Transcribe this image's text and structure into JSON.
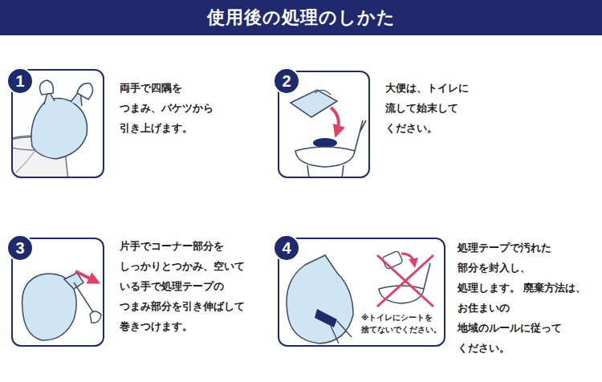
{
  "diagram": {
    "title": "使用後の処理のしかた",
    "nodes": [
      {
        "text": [
          "両手で四隅を つまみ、バケツから 引き上げます。"
        ]
      },
      {
        "text": [
          "1"
        ],
        "in": 0
      },
      {
        "text": [
          "大便は、トイレに 流して始末して ください。"
        ]
      },
      {
        "text": [
          "2"
        ],
        "in": 2
      },
      {
        "text": [
          "片手でコーナー部分を しっかりとつかみ、空いて いる手で処理テープの つまみ部分を引き伸ばして 巻きつけます。"
        ]
      },
      {
        "text": [
          "3"
        ],
        "in": 4
      },
      {
        "text": [
          "処理テープで汚れた 部分を封入し、処理します。 廃棄方法は、お住まいの 地域のルールに従って ください。",
          "※トイレにシートを 捨てないでください。"
        ]
      },
      {
        "text": [
          "4"
        ],
        "in": 6
      }
    ]
  }
}
